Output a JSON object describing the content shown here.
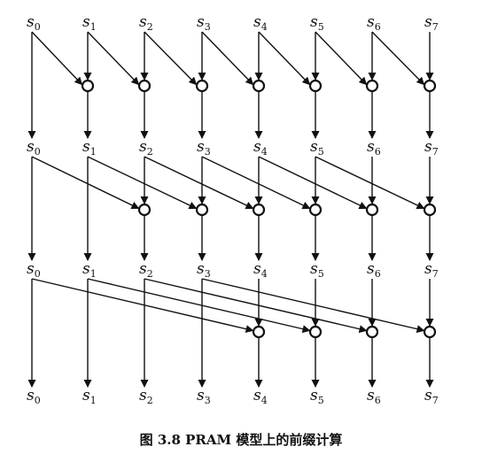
{
  "diagram": {
    "variable_prefix": "s",
    "indices": [
      "0",
      "1",
      "2",
      "3",
      "4",
      "5",
      "6",
      "7"
    ],
    "steps": [
      1,
      2,
      4
    ],
    "caption": "图 3.8   PRAM 模型上的前缀计算"
  }
}
